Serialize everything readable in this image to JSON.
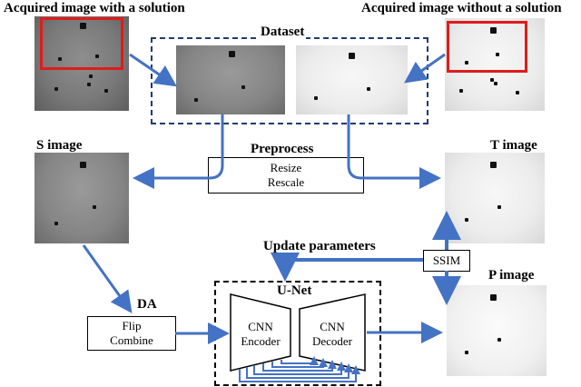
{
  "labels": {
    "acquired_with": "Acquired image with a solution",
    "acquired_without": "Acquired image without a solution",
    "dataset": "Dataset",
    "s_image": "S image",
    "t_image": "T image",
    "p_image": "P image",
    "preprocess": "Preprocess",
    "update_parameters": "Update parameters",
    "da": "DA",
    "unet": "U-Net"
  },
  "preprocess_box": {
    "line1": "Resize",
    "line2": "Rescale"
  },
  "da_box": {
    "line1": "Flip",
    "line2": "Combine"
  },
  "ssim_box": {
    "text": "SSIM"
  },
  "encoder": {
    "line1": "CNN",
    "line2": "Encoder"
  },
  "decoder": {
    "line1": "CNN",
    "line2": "Decoder"
  },
  "colors": {
    "arrow": "#4472c4",
    "dataset_border": "#1f3b73",
    "highlight": "#e01b1b"
  }
}
